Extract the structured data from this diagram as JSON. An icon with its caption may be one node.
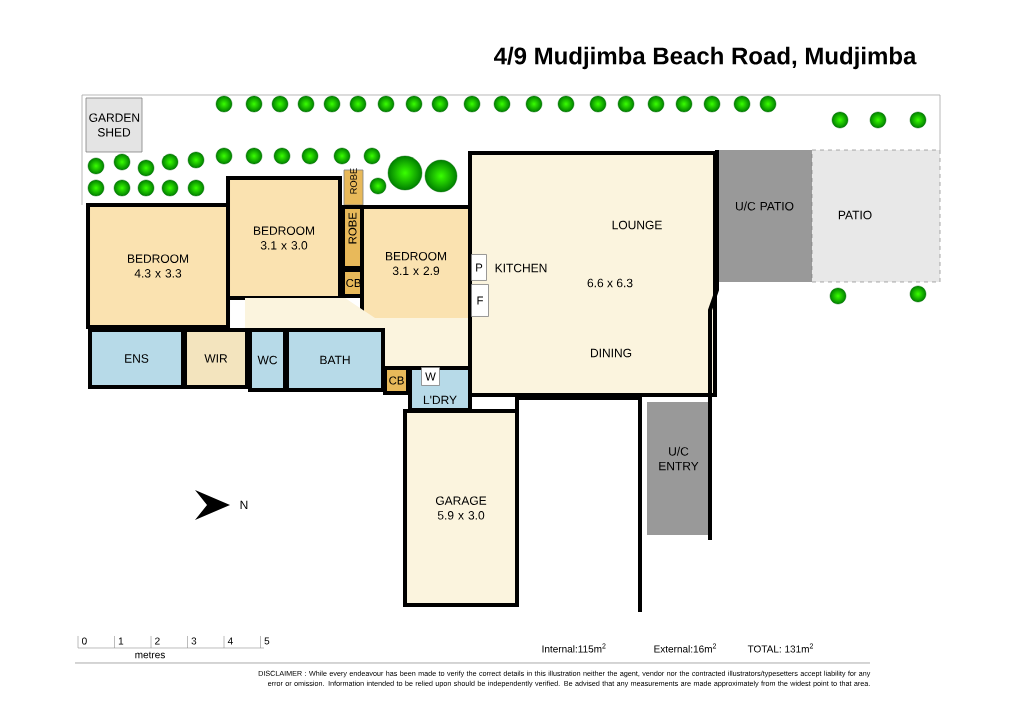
{
  "diagram": {
    "title": "4/9 Mudjimba Beach Road, Mudjimba",
    "nodes": [
      {
        "text": [
          "GARDEN SHED"
        ]
      },
      {
        "text": [
          "BEDROOM",
          "4.3 x 3.3"
        ]
      },
      {
        "text": [
          "BEDROOM",
          "3.1 x 3.0"
        ]
      },
      {
        "text": [
          "ROBE"
        ]
      },
      {
        "text": [
          "ROBE"
        ]
      },
      {
        "text": [
          "CB"
        ]
      },
      {
        "text": [
          "BEDROOM",
          "3.1 x 2.9"
        ]
      },
      {
        "text": [
          "LOUNGE",
          "KITCHEN",
          "6.6 x 6.3",
          "DINING"
        ]
      },
      {
        "text": [
          "P"
        ],
        "in": 7
      },
      {
        "text": [
          "F"
        ],
        "in": 7
      },
      {
        "text": [
          "U/C PATIO"
        ]
      },
      {
        "text": [
          "PATIO"
        ]
      },
      {
        "text": [
          "ENS"
        ]
      },
      {
        "text": [
          "WIR"
        ]
      },
      {
        "text": [
          "WC"
        ]
      },
      {
        "text": [
          "BATH"
        ]
      },
      {
        "text": [
          "CB"
        ]
      },
      {
        "text": [
          "L'DRY"
        ]
      },
      {
        "text": [
          "W"
        ],
        "in": 17
      },
      {
        "text": [
          "GARAGE",
          "5.9 x 3.0"
        ]
      },
      {
        "text": [
          "U/C ENTRY"
        ]
      }
    ],
    "labels": [
      "N",
      "0",
      "1",
      "2",
      "3",
      "4",
      "5",
      "metres",
      "Internal:115m$^{2}$",
      "External:16m$^{2}$",
      "TOTAL: 131m$^{2}$",
      "DISCLAIMER : While every endeavour has been made to verify the correct details in this illustration neither the agent, vendor nor the contracted illustrators/typesetters accept liability for any error or omission. Information intended to be relied upon should be independently verified. Be advised that any measurements are made approximately from the widest point to that area."
    ]
  }
}
